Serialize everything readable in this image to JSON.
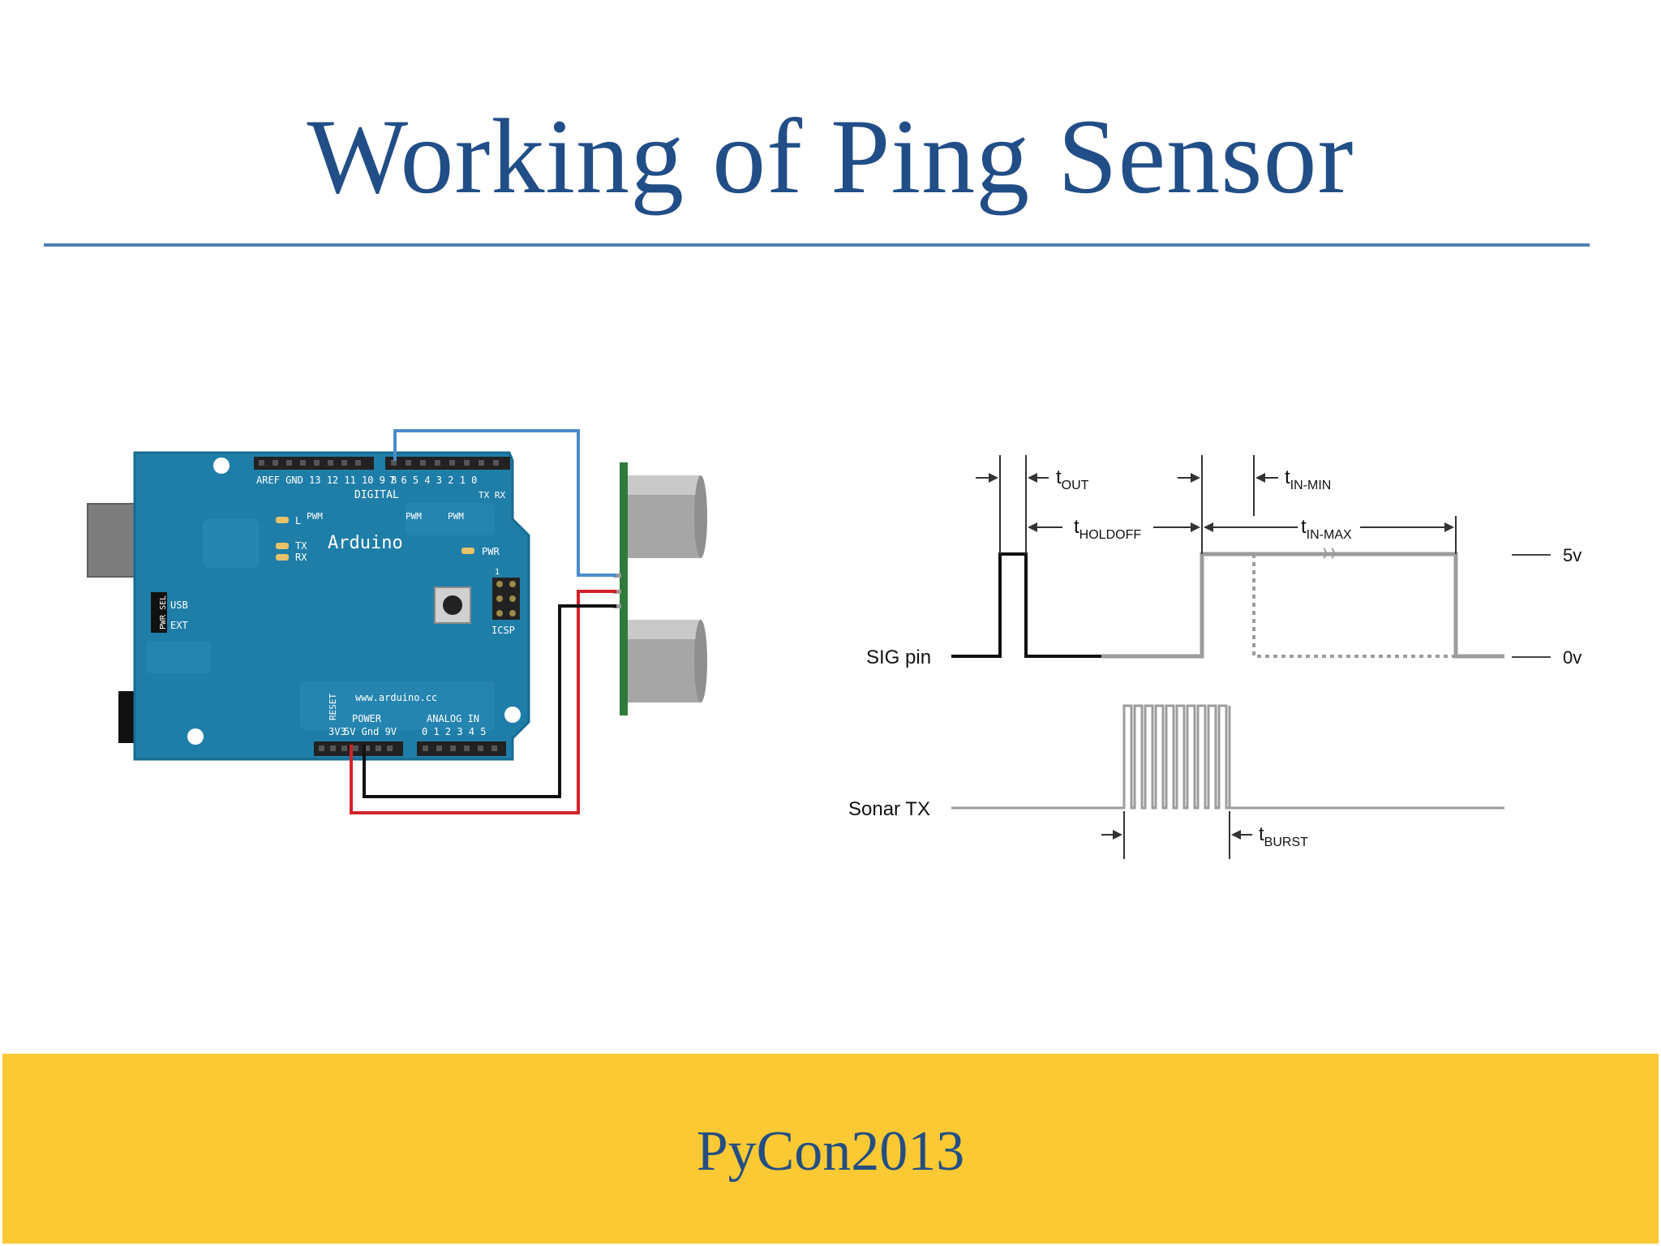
{
  "slide": {
    "title": "Working of Ping Sensor",
    "footer": "PyCon2013"
  },
  "arduino": {
    "brand": "Arduino",
    "url": "www.arduino.cc",
    "digital_label": "DIGITAL",
    "pin_row_top": "AREF GND 13 12 11 10 9 8",
    "pin_row_top2": "7 6 5 4 3 2 1 0",
    "txrx_label": "TX RX",
    "pwm_label": "PWM",
    "led_l": "L",
    "led_tx": "TX",
    "led_rx": "RX",
    "pwr_label": "PWR",
    "usb_label": "USB",
    "ext_label": "EXT",
    "pwr_sel_label": "PWR SEL",
    "icsp_label": "ICSP",
    "icsp_number": "1",
    "power_label": "POWER",
    "analog_label": "ANALOG IN",
    "reset_label": "RESET",
    "v33_label": "3V3",
    "power_pins": "5V Gnd 9V",
    "analog_pins": "0 1 2 3 4 5"
  },
  "timing": {
    "sig_pin_label": "SIG pin",
    "sonar_tx_label": "Sonar TX",
    "level_high": "5v",
    "level_low": "0v",
    "t_out": {
      "t": "t",
      "sub": "OUT"
    },
    "t_holdoff": {
      "t": "t",
      "sub": "HOLDOFF"
    },
    "t_in_min": {
      "t": "t",
      "sub": "IN-MIN"
    },
    "t_in_max": {
      "t": "t",
      "sub": "IN-MAX"
    },
    "t_burst": {
      "t": "t",
      "sub": "BURST"
    }
  },
  "colors": {
    "title": "#214e86",
    "rule": "#4f7fb2",
    "footer_band": "#fbc933",
    "board": "#1f7ea8",
    "wire_signal": "#4a8cc8",
    "wire_power": "#d3222a",
    "wire_ground": "#111111",
    "trace_gray": "#9c9c9c"
  }
}
